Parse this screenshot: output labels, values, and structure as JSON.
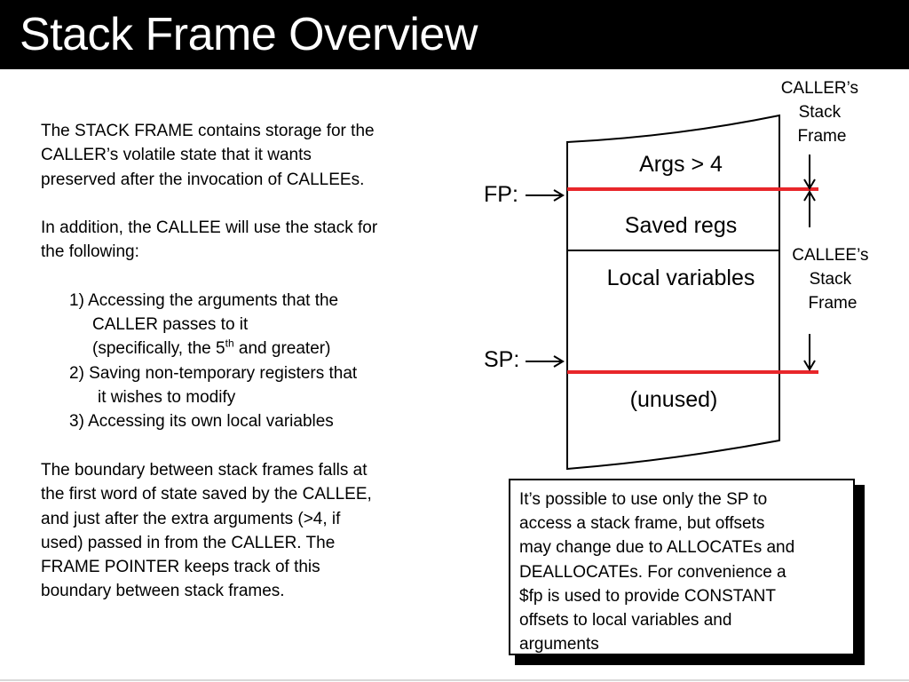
{
  "slide": {
    "title": "Stack Frame Overview"
  },
  "body": {
    "intro_lines": [
      "The STACK FRAME contains storage for the",
      "CALLER’s volatile state that it wants",
      "preserved after the invocation of CALLEEs."
    ],
    "addition_lines": [
      "In addition, the CALLEE will use the stack for",
      "the following:"
    ],
    "list": {
      "item1_line1": "1) Accessing the arguments that the",
      "item1_line2": "CALLER passes to it",
      "item1_line3_prefix": "(specifically, the 5",
      "item1_line3_sup": "th",
      "item1_line3_suffix": " and greater)",
      "item2_line1": "2) Saving non-temporary registers that",
      "item2_line2": "it wishes to modify",
      "item3_line1": "3) Accessing its own local variables"
    },
    "boundary_lines": [
      "The boundary between stack frames falls at",
      "the first word of state saved by the CALLEE,",
      "and just after the extra arguments (>4, if",
      "used) passed in from the CALLER. The",
      "FRAME POINTER keeps track of this",
      "boundary between stack frames."
    ]
  },
  "note": {
    "lines": [
      "It’s possible to use only the SP to",
      "access a stack frame, but offsets",
      "may change due to ALLOCATEs and",
      "DEALLOCATEs.  For convenience a",
      "$fp is used to provide CONSTANT",
      "offsets to local variables and",
      "arguments"
    ]
  },
  "diagram": {
    "regions": {
      "args": "Args > 4",
      "saved_regs": "Saved regs",
      "locals": "Local variables",
      "unused": "(unused)"
    },
    "pointers": {
      "fp": "FP:",
      "sp": "SP:"
    },
    "caller_frame_label": [
      "CALLER’s",
      "Stack",
      "Frame"
    ],
    "callee_frame_label": [
      "CALLEE’s",
      "Stack",
      "Frame"
    ],
    "colors": {
      "pointer_line": "#e8262a",
      "outline": "#000000"
    }
  }
}
